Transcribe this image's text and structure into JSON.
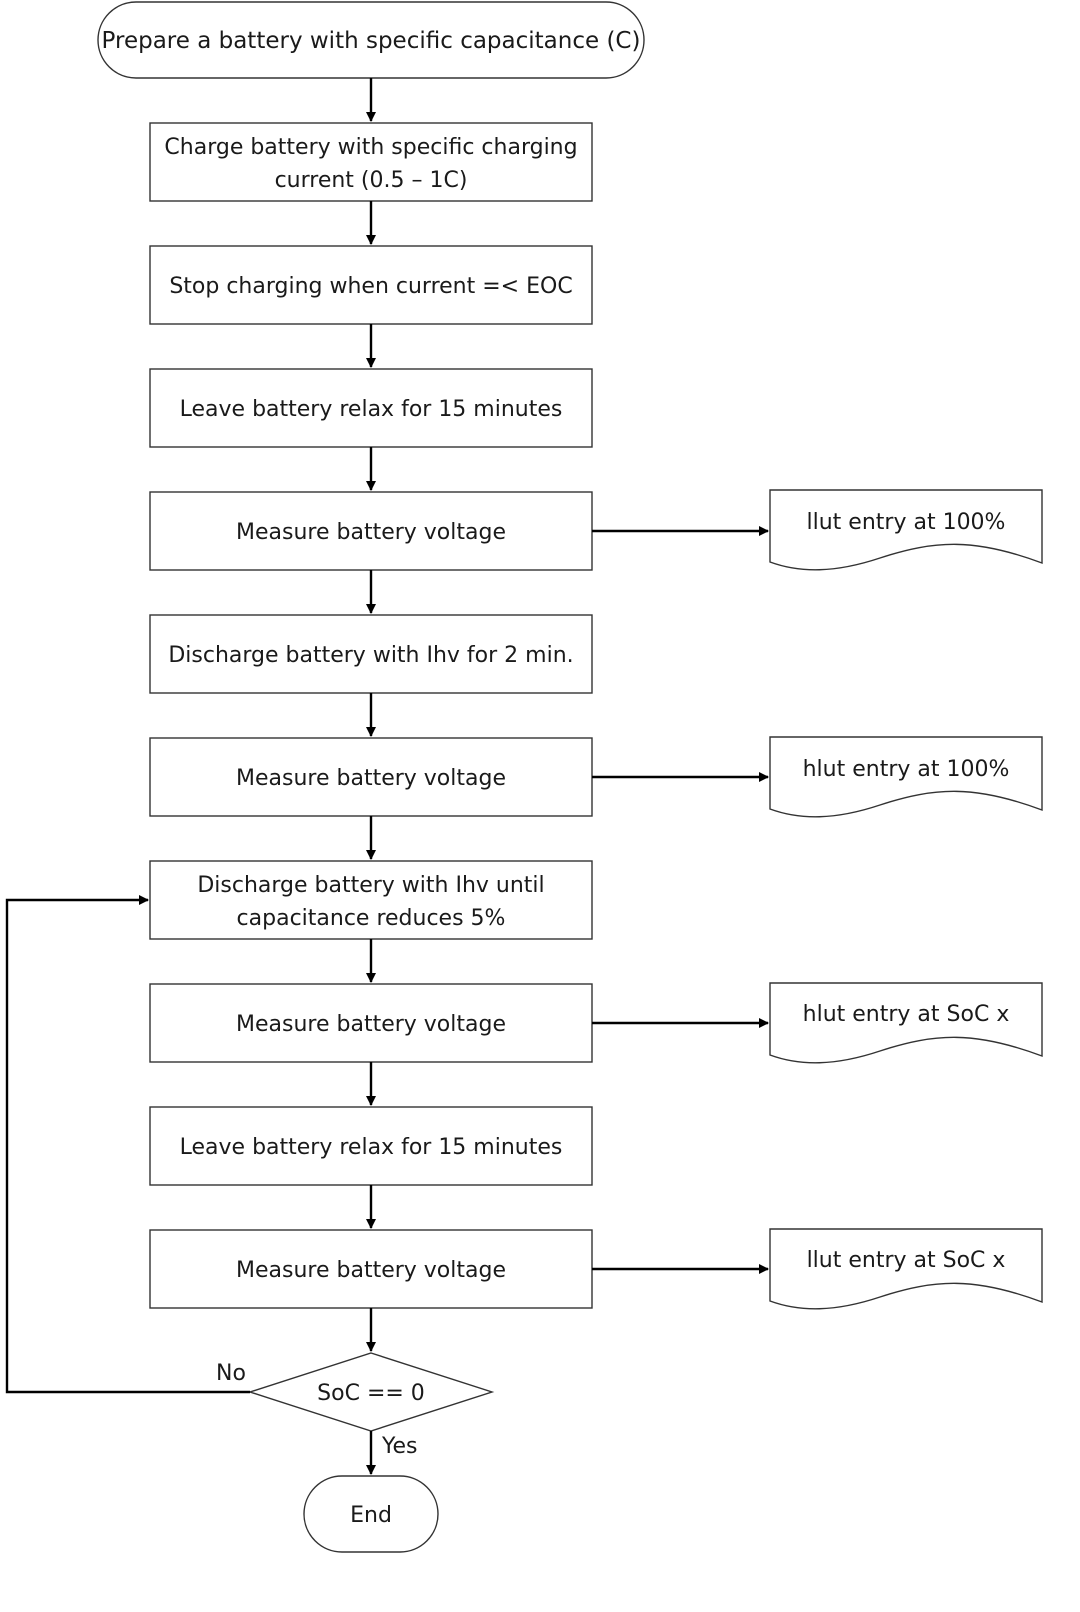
{
  "diagram": {
    "start": {
      "label": "Prepare a battery with specific capacitance (C)"
    },
    "steps": [
      {
        "id": "charge",
        "lines": [
          "Charge battery with specific charging",
          "current (0.5 – 1C)"
        ]
      },
      {
        "id": "stop",
        "lines": [
          "Stop charging when current =< EOC"
        ]
      },
      {
        "id": "relax1",
        "lines": [
          "Leave battery relax for 15 minutes"
        ]
      },
      {
        "id": "measure1",
        "lines": [
          "Measure battery voltage"
        ]
      },
      {
        "id": "discharge1",
        "lines": [
          "Discharge battery with Ihv for 2 min."
        ]
      },
      {
        "id": "measure2",
        "lines": [
          "Measure battery voltage"
        ]
      },
      {
        "id": "discharge2",
        "lines": [
          "Discharge battery with Ihv until",
          "capacitance reduces 5%"
        ]
      },
      {
        "id": "measure3",
        "lines": [
          "Measure battery voltage"
        ]
      },
      {
        "id": "relax2",
        "lines": [
          "Leave battery relax for 15 minutes"
        ]
      },
      {
        "id": "measure4",
        "lines": [
          "Measure battery voltage"
        ]
      }
    ],
    "outputs": [
      {
        "from": "measure1",
        "label": "llut entry at 100%"
      },
      {
        "from": "measure2",
        "label": "hlut entry at 100%"
      },
      {
        "from": "measure3",
        "label": "hlut entry at SoC x"
      },
      {
        "from": "measure4",
        "label": "llut entry at SoC x"
      }
    ],
    "decision": {
      "label": "SoC == 0",
      "no_label": "No",
      "yes_label": "Yes"
    },
    "end": {
      "label": "End"
    }
  }
}
